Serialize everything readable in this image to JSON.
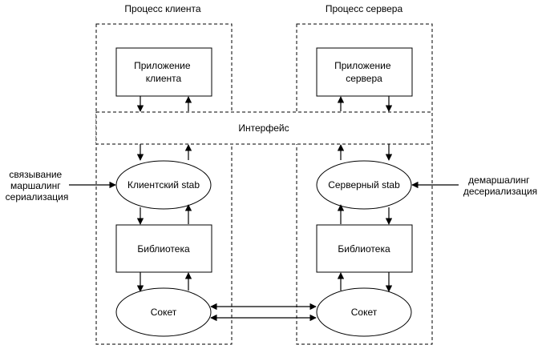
{
  "client": {
    "title": "Процесс клиента",
    "app": [
      "Приложение",
      "клиента"
    ],
    "stub": "Клиентский stab",
    "library": "Библиотека",
    "socket": "Сокет",
    "side_note": [
      "связывание",
      "маршалинг",
      "сериализация"
    ]
  },
  "server": {
    "title": "Процесс сервера",
    "app": [
      "Приложение",
      "сервера"
    ],
    "stub": "Серверный stab",
    "library": "Библиотека",
    "socket": "Сокет",
    "side_note": [
      "демаршалинг",
      "десериализация"
    ]
  },
  "interface": "Интерфейс"
}
